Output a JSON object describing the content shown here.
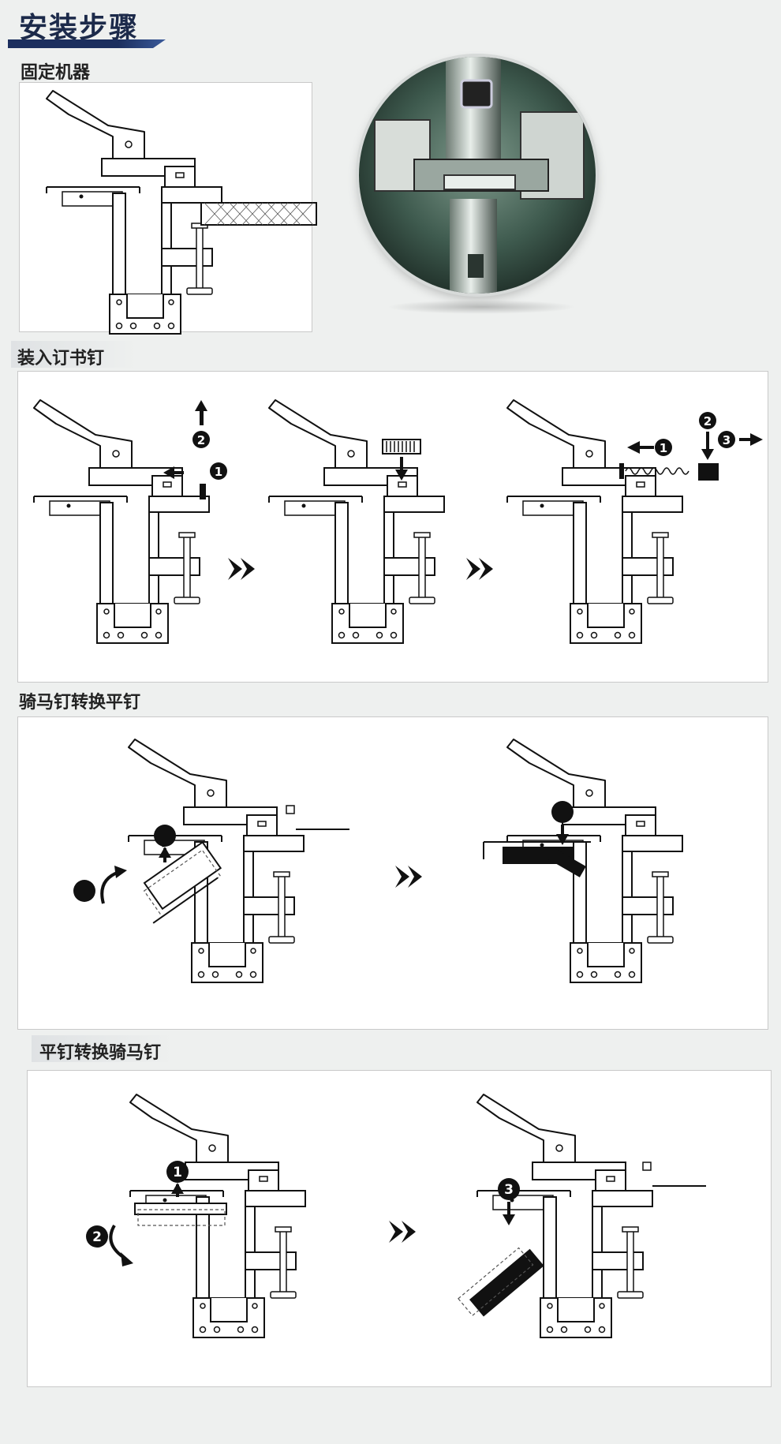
{
  "page": {
    "title": "安装步骤"
  },
  "sections": [
    {
      "title": "固定机器"
    },
    {
      "title": "装入订书钉"
    },
    {
      "title": "骑马钉转换平钉"
    },
    {
      "title": "平钉转换骑马钉"
    }
  ],
  "step_markers": {
    "one": "1",
    "two": "2",
    "three": "3"
  },
  "colors": {
    "title_navy": "#1c2a4a",
    "bar_navy": "#1c2f5e",
    "photo_green": "#3e5a4e"
  }
}
